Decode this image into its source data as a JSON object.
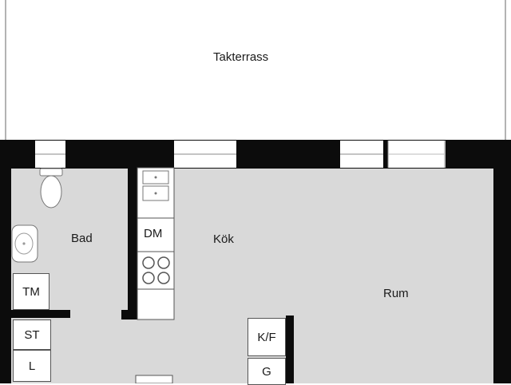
{
  "colors": {
    "wall": "#0c0c0c",
    "floor": "#d9d9d9",
    "terrace": "#ffffff",
    "text": "#1a1a1a"
  },
  "rooms": {
    "terrace": "Takterrass",
    "bath": "Bad",
    "kitchen": "Kök",
    "room": "Rum"
  },
  "fixtures": {
    "dishwasher": "DM",
    "washing_machine": "TM",
    "cleaning_closet": "ST",
    "linen_closet": "L",
    "fridge_freezer": "K/F",
    "wardrobe": "G"
  }
}
